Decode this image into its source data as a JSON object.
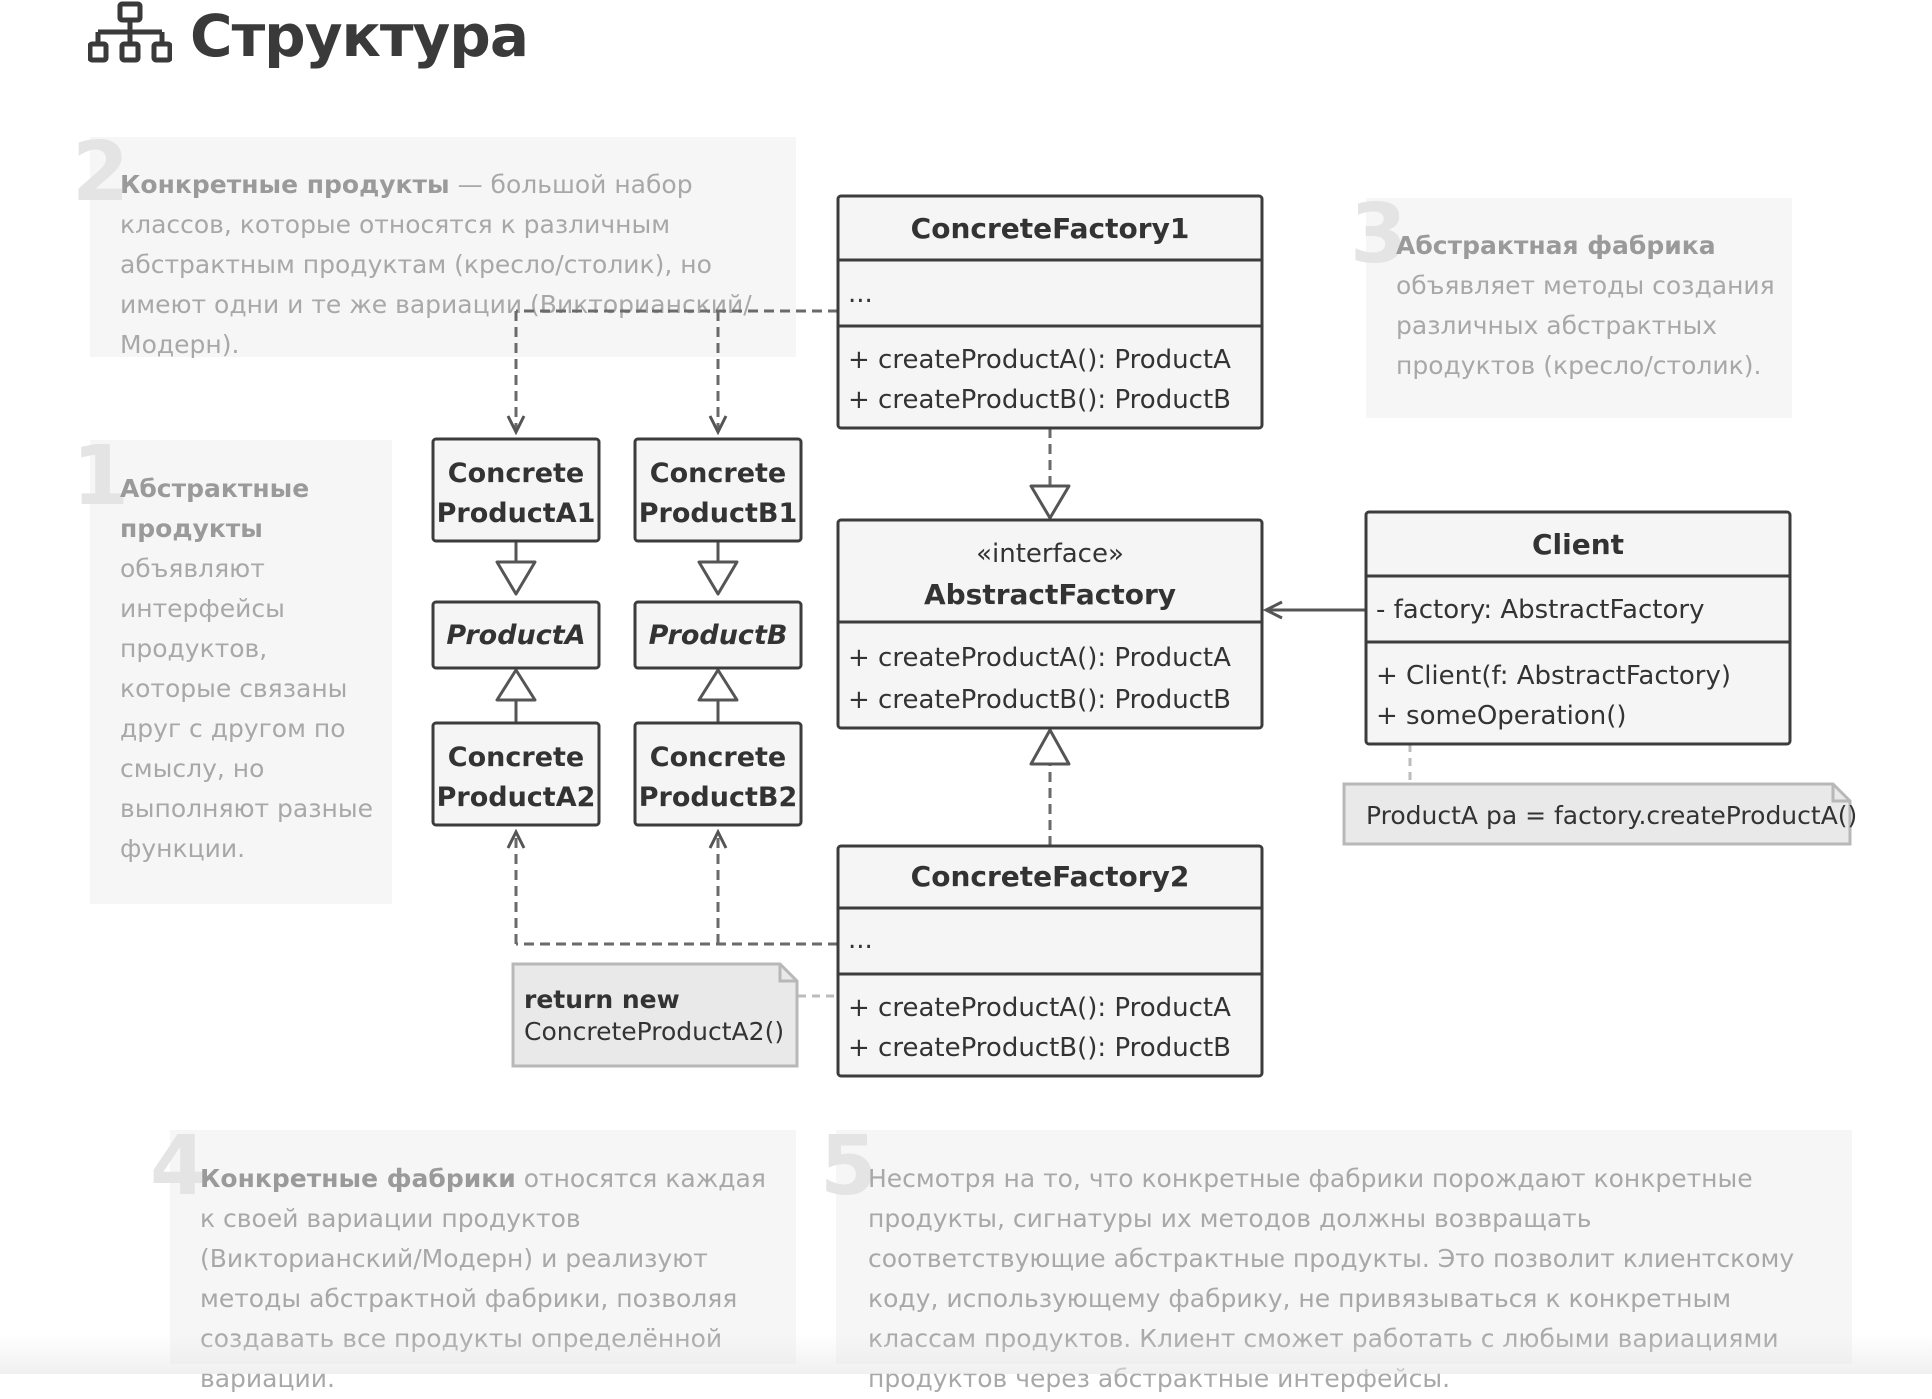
{
  "title": "Структура",
  "notes": [
    {
      "num": "2",
      "bold": "Конкретные продукты",
      "text": " — большой набор классов, которые относятся к различным абстрактным продуктам (кресло/столик), но имеют одни и те же вариации (Викторианский/Модерн)."
    },
    {
      "num": "3",
      "bold": "Абстрактная фабрика",
      "text": " объявляет методы создания различных абстрактных продуктов (кресло/столик)."
    },
    {
      "num": "1",
      "bold": "Абстрактные продукты",
      "text": " объявляют интерфейсы продуктов, которые связаны друг с другом по смыслу, но выполняют разные функции."
    },
    {
      "num": "4",
      "bold": "Конкретные фабрики",
      "text": " относятся каждая к своей вариации продуктов (Викторианский/Модерн) и реализуют методы абстрактной фабрики, позволяя создавать все продукты определённой вариации."
    },
    {
      "num": "5",
      "bold": "",
      "text": "Несмотря на то, что конкретные фабрики порождают конкретные продукты, сигнатуры их методов должны возвращать соответствующие абстрактные продукты. Это позволит клиентскому коду, использующему фабрику, не привязываться к конкретным классам продуктов. Клиент сможет работать с любыми вариациями продуктов через абстрактные интерфейсы."
    }
  ],
  "classes": {
    "cf1": {
      "name": "ConcreteFactory1",
      "fields": "...",
      "method1": "+ createProductA(): ProductA",
      "method2": "+ createProductB(): ProductB"
    },
    "af": {
      "stereotype": "«interface»",
      "name": "AbstractFactory",
      "method1": "+ createProductA(): ProductA",
      "method2": "+ createProductB(): ProductB"
    },
    "cf2": {
      "name": "ConcreteFactory2",
      "fields": "...",
      "method1": "+ createProductA(): ProductA",
      "method2": "+ createProductB(): ProductB"
    },
    "client": {
      "name": "Client",
      "field": "- factory: AbstractFactory",
      "method1": "+ Client(f: AbstractFactory)",
      "method2": "+ someOperation()"
    },
    "pa1": {
      "line1": "Concrete",
      "line2": "ProductA1"
    },
    "pb1": {
      "line1": "Concrete",
      "line2": "ProductB1"
    },
    "pa": {
      "name": "ProductA"
    },
    "pb": {
      "name": "ProductB"
    },
    "pa2": {
      "line1": "Concrete",
      "line2": "ProductA2"
    },
    "pb2": {
      "line1": "Concrete",
      "line2": "ProductB2"
    }
  },
  "code_notes": {
    "client_note": "ProductA pa = factory.createProductA()",
    "return_note_bold": "return new",
    "return_note_text": "ConcreteProductA2()"
  },
  "colors": {
    "box_fill": "#f5f5f5",
    "box_stroke": "#3c3c3c",
    "note_fill": "#e9e9e9",
    "note_stroke": "#b8b8b8",
    "line": "#666666"
  }
}
